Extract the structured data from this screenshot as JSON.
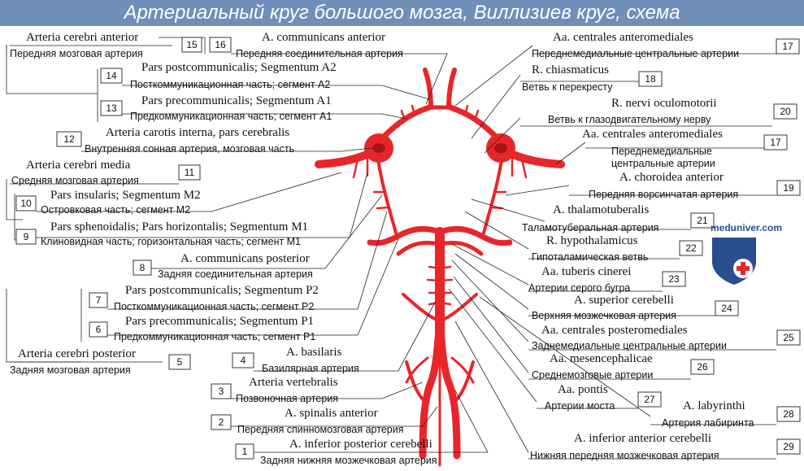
{
  "title": "Артериальный круг большого мозга, Виллизиев круг, схема",
  "watermark": "meduniver.com",
  "colors": {
    "banner": "#6f8fb8",
    "artery": "#e8262a",
    "shield": "#2a4d8f",
    "cross": "#e8262a"
  },
  "labels": {
    "l1": {
      "num": "1",
      "latin": "A. inferior posterior cerebelli",
      "russian": "Задняя нижняя мозжечковая артерия"
    },
    "l2": {
      "num": "2",
      "latin": "A. spinalis anterior",
      "russian": "Передняя спинномозговая артерия"
    },
    "l3": {
      "num": "3",
      "latin": "Arteria vertebralis",
      "russian": "Позвоночная артерия"
    },
    "l4": {
      "num": "4",
      "latin": "A. basilaris",
      "russian": "Базилярная артерия"
    },
    "l5": {
      "num": "5",
      "latin": "Arteria cerebri posterior",
      "russian": "Задняя мозговая артерия"
    },
    "l6": {
      "num": "6",
      "latin": "Pars precommunicalis; Segmentum P1",
      "russian": "Предкоммуникационная часть; сегмент P1"
    },
    "l7": {
      "num": "7",
      "latin": "Pars postcommunicalis; Segmentum P2",
      "russian": "Посткоммуникационная часть; сегмент P2"
    },
    "l8": {
      "num": "8",
      "latin": "A. communicans posterior",
      "russian": "Задняя соединительная артерия"
    },
    "l9": {
      "num": "9",
      "latin": "Pars sphenoidalis; Pars horizontalis; Segmentum M1",
      "russian": "Клиновидная часть; горизонтальная часть; сегмент M1"
    },
    "l10": {
      "num": "10",
      "latin": "Pars insularis; Segmentum M2",
      "russian": "Островковая часть; сегмент M2"
    },
    "l11": {
      "num": "11",
      "latin": "Arteria cerebri media",
      "russian": "Средняя мозговая артерия"
    },
    "l12": {
      "num": "12",
      "latin": "Arteria carotis interna, pars cerebralis",
      "russian": "Внутренняя сонная артерия, мозговая часть"
    },
    "l13": {
      "num": "13",
      "latin": "Pars precommunicalis; Segmentum A1",
      "russian": "Предкоммуникационная часть; сегмент A1"
    },
    "l14": {
      "num": "14",
      "latin": "Pars postcommunicalis; Segmentum A2",
      "russian": "Посткоммуникационная часть; сегмент A2"
    },
    "l15": {
      "num": "15",
      "latin": "Arteria cerebri anterior",
      "russian": "Передняя мозговая артерия"
    },
    "l16": {
      "num": "16",
      "latin": "A. communicans anterior",
      "russian": "Передняя соединительная артерия"
    },
    "l17a": {
      "num": "17",
      "latin": "Aa. centrales anteromediales",
      "russian": "Переднемедиальные центральные артерии"
    },
    "l18": {
      "num": "18",
      "latin": "R. chiasmaticus",
      "russian": "Ветвь к перекресту"
    },
    "l20": {
      "num": "20",
      "latin": "R. nervi oculomotorii",
      "russian": "Ветвь к глазодвигательному нерву"
    },
    "l17b": {
      "num": "17",
      "latin": "Aa. centrales anteromediales",
      "russian1": "Переднемедиальные",
      "russian2": "центральные артерии"
    },
    "l19": {
      "num": "19",
      "latin": "A. choroidea anterior",
      "russian": "Передняя ворсинчатая артерия"
    },
    "l21": {
      "num": "21",
      "latin": "A. thalamotuberalis",
      "russian": "Таламотуберальная артерия"
    },
    "l22": {
      "num": "22",
      "latin": "R. hypothalamicus",
      "russian": "Гипоталамическая ветвь"
    },
    "l23": {
      "num": "23",
      "latin": "Aa. tuberis cinerei",
      "russian": "Артерии серого бугра"
    },
    "l24": {
      "num": "24",
      "latin": "A. superior cerebelli",
      "russian": "Верхняя мозжечковая артерия"
    },
    "l25": {
      "num": "25",
      "latin": "Aa. centrales posteromediales",
      "russian": "Заднемедиальные центральные артерии"
    },
    "l26": {
      "num": "26",
      "latin": "Aa. mesencephalicae",
      "russian": "Среднемозговые артерии"
    },
    "l27": {
      "num": "27",
      "latin": "Aa. pontis",
      "russian": "Артерии моста"
    },
    "l28": {
      "num": "28",
      "latin": "A. labyrinthi",
      "russian": "Артерия лабиринта"
    },
    "l29": {
      "num": "29",
      "latin": "A. inferior anterior cerebelli",
      "russian": "Нижняя передняя мозжечковая артерия"
    }
  }
}
